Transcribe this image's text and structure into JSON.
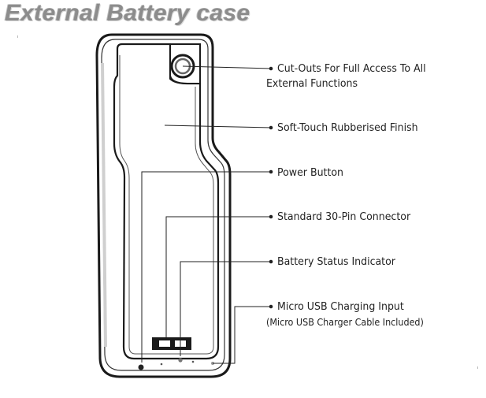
{
  "title": "External Battery case",
  "callouts": [
    {
      "id": "cutouts",
      "lines": [
        "Cut-Outs For Full Access To All",
        "External Functions"
      ]
    },
    {
      "id": "finish",
      "lines": [
        "Soft-Touch Rubberised Finish"
      ]
    },
    {
      "id": "power",
      "lines": [
        "Power Button"
      ]
    },
    {
      "id": "connector",
      "lines": [
        "Standard 30-Pin Connector"
      ]
    },
    {
      "id": "status",
      "lines": [
        "Battery Status Indicator"
      ]
    },
    {
      "id": "usb",
      "lines": [
        "Micro USB Charging Input",
        "(Micro USB Charger Cable Included)"
      ]
    }
  ]
}
